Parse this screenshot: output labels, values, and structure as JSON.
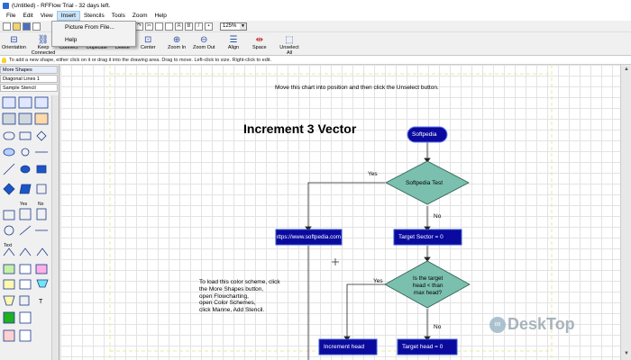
{
  "window": {
    "title": "(Untitled) - RFFlow Trial - 32 days left."
  },
  "menu": [
    "File",
    "Edit",
    "View",
    "Insert",
    "Stencils",
    "Tools",
    "Zoom",
    "Help"
  ],
  "insert_menu": {
    "items": [
      "Picture From File...",
      "Help"
    ]
  },
  "toolbar": {
    "zoom_value": "125%"
  },
  "big_buttons": [
    {
      "label": "Orientation"
    },
    {
      "label": "Keep Connected"
    },
    {
      "label": "Connect"
    },
    {
      "label": "Duplicate"
    },
    {
      "label": "Delete"
    },
    {
      "label": "Center"
    },
    {
      "label": "Zoom In"
    },
    {
      "label": "Zoom Out"
    },
    {
      "label": "Align"
    },
    {
      "label": "Space"
    },
    {
      "label": "Unselect All"
    }
  ],
  "hint": "To add a new shape, either click on it or drag it into the drawing area. Drag to move. Left-click to size. Right-click to edit.",
  "left_panel": {
    "more_shapes": "More Shapes",
    "diagonal": "Diagonal Lines 1",
    "sample": "Sample Stencil",
    "labels": {
      "yes": "Yes",
      "no": "No",
      "text": "Text",
      "T": "T"
    }
  },
  "canvas": {
    "instruction": "Move this chart into position and then click the Unselect button.",
    "title": "Increment 3 Vector",
    "scheme_note": [
      "To load this color scheme, click",
      "the More Shapes button,",
      "open Flowcharting,",
      "open Color Schemes,",
      "click Manne, Add Stencil."
    ],
    "nodes": {
      "start": "Softpedia",
      "test": "Softpedia Test",
      "link": "https://www.softpedia.com",
      "target": "Target Sector = 0",
      "question": [
        "Is the target",
        "head < than",
        "max head?"
      ],
      "increment": "Increment head",
      "target_head": "Target head = 0"
    },
    "labels": {
      "yes1": "Yes",
      "no1": "No",
      "yes2": "Yes",
      "no2": "No"
    }
  },
  "watermark": "DeskTop",
  "colors": {
    "terminal_fill": "#0a0a9e",
    "diamond_fill": "#7bbfae",
    "process_fill": "#0a0a9e",
    "process_border": "#3a5bd0"
  }
}
